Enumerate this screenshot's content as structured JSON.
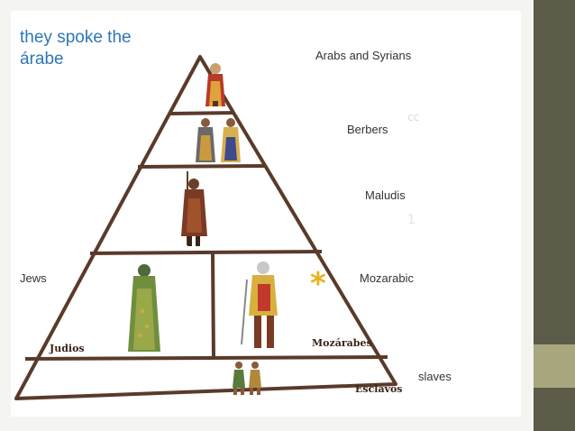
{
  "heading": {
    "line1": "they spoke the",
    "line2": "árabe"
  },
  "levels": {
    "arabs": "Arabs and Syrians",
    "berbers": "Berbers",
    "maludis": "Maludis",
    "jews": "Jews",
    "mozarabic": "Mozarabic",
    "slaves": "slaves"
  },
  "image_captions": {
    "judios": "Judios",
    "mozarabes": "Mozárabes",
    "esclavos": "Esclavos"
  },
  "colors": {
    "side_strip": "#5c5a48",
    "side_accent": "#a8a77e",
    "heading_text": "#2e76b6",
    "pyramid_line": "#5a3a2a",
    "star": "#e8b21e"
  }
}
